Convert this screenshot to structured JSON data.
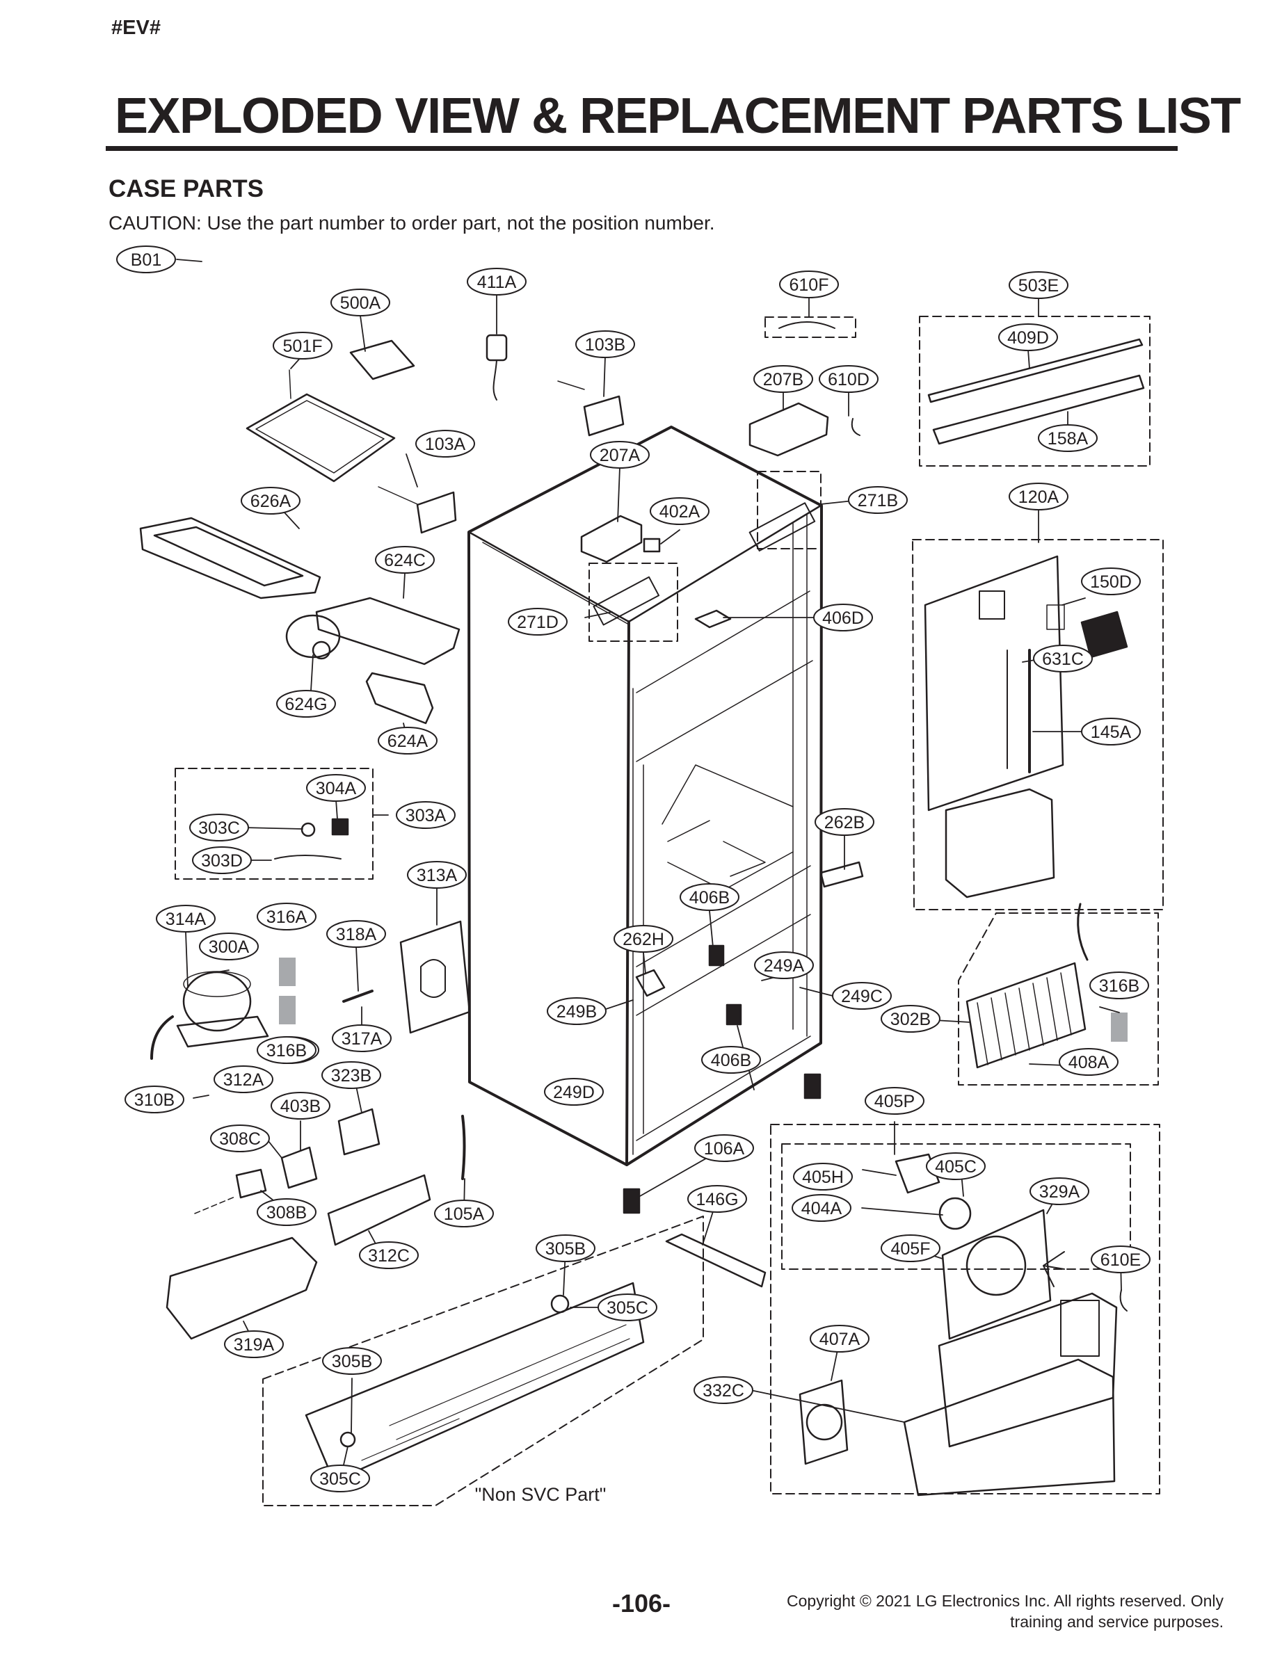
{
  "header": {
    "code": "#EV#",
    "title": "EXPLODED VIEW & REPLACEMENT PARTS LIST",
    "section": "CASE PARTS",
    "caution": "CAUTION: Use the part number to order part, not the position number."
  },
  "diagram": {
    "note": "\"Non SVC Part\"",
    "labels": [
      "B01",
      "500A",
      "411A",
      "610F",
      "503E",
      "501F",
      "103B",
      "409D",
      "207B",
      "610D",
      "158A",
      "103A",
      "207A",
      "626A",
      "402A",
      "271B",
      "120A",
      "624C",
      "150D",
      "271D",
      "406D",
      "631C",
      "624G",
      "624A",
      "145A",
      "304A",
      "303A",
      "303C",
      "303D",
      "262B",
      "313A",
      "406B",
      "314A",
      "316A",
      "318A",
      "300A",
      "262H",
      "249A",
      "316B",
      "249C",
      "316B",
      "249B",
      "302B",
      "317A",
      "316B",
      "312A",
      "406B",
      "408A",
      "323B",
      "249D",
      "310B",
      "403B",
      "405P",
      "308C",
      "106A",
      "405H",
      "405C",
      "329A",
      "404A",
      "308B",
      "146G",
      "105A",
      "405F",
      "610E",
      "312C",
      "305B",
      "305C",
      "319A",
      "407A",
      "305B",
      "332C",
      "305C"
    ]
  },
  "footer": {
    "page_number": "-106-",
    "copyright_line1": "Copyright © 2021 LG Electronics Inc. All rights reserved. Only",
    "copyright_line2": "training and service purposes."
  },
  "colors": {
    "ink": "#231f20",
    "swatch": "#a7a9ac"
  }
}
